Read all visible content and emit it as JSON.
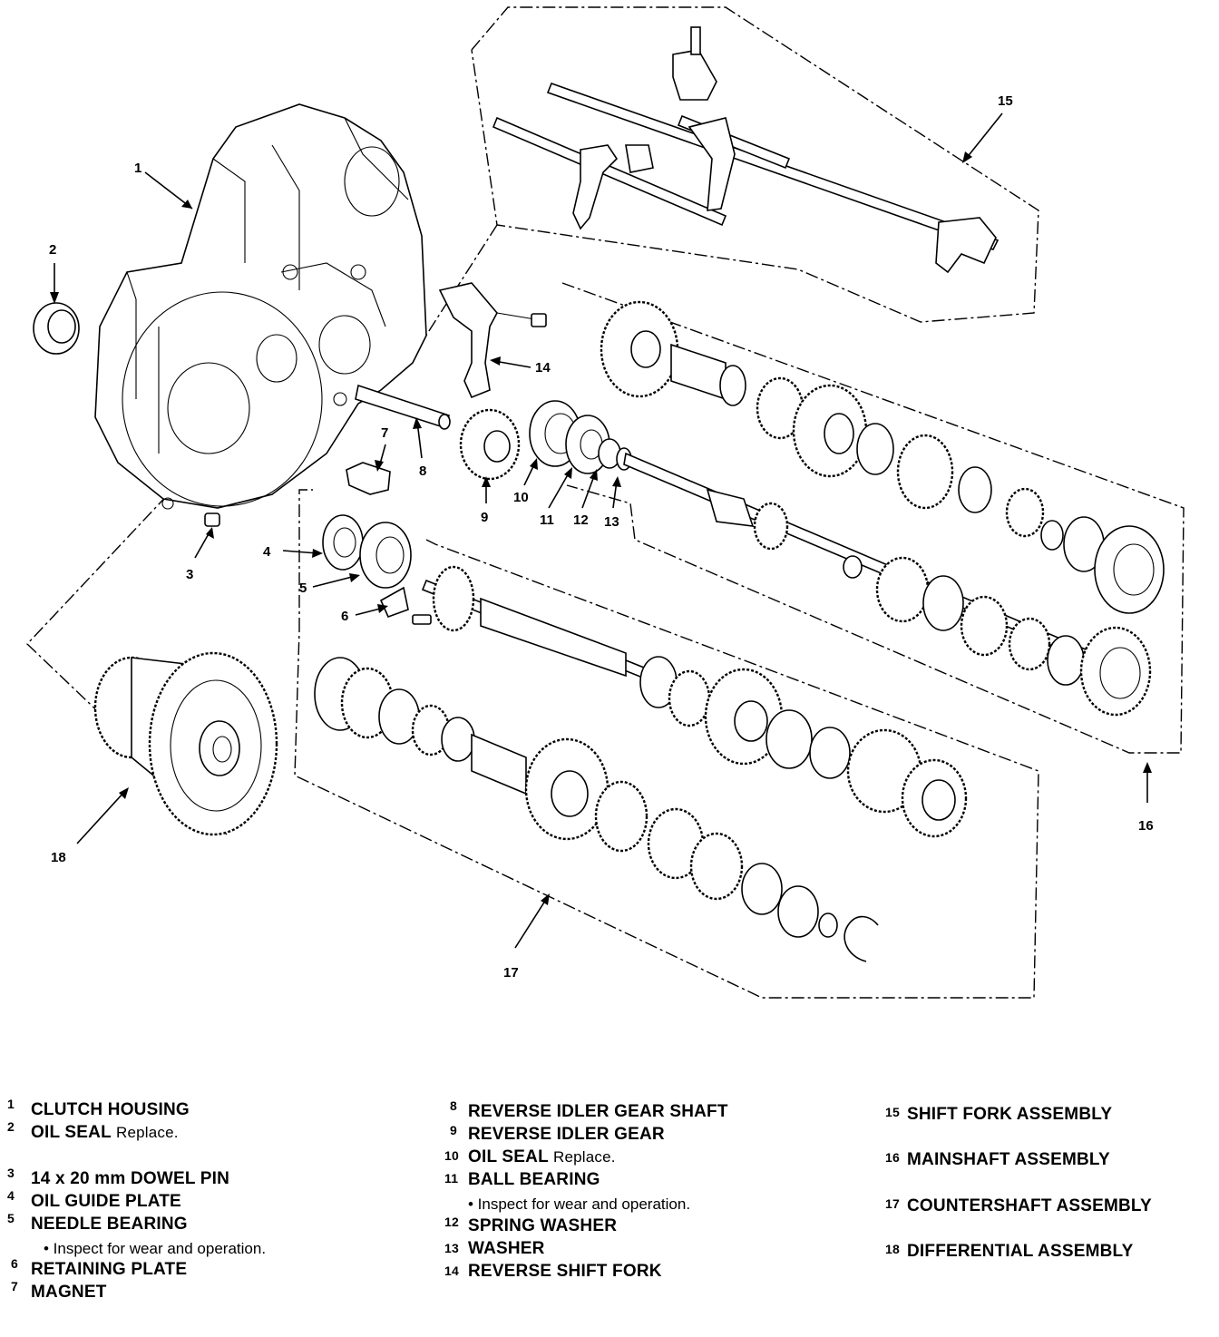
{
  "callouts": [
    "1",
    "2",
    "3",
    "4",
    "5",
    "6",
    "7",
    "8",
    "9",
    "10",
    "11",
    "12",
    "13",
    "14",
    "15",
    "16",
    "17",
    "18"
  ],
  "legend": {
    "col1": [
      {
        "num": "1",
        "name": "CLUTCH HOUSING",
        "note": ""
      },
      {
        "num": "2",
        "name": "OIL SEAL",
        "note": "Replace."
      },
      {
        "num": "3",
        "name": "14 x 20 mm DOWEL PIN",
        "note": ""
      },
      {
        "num": "4",
        "name": "OIL GUIDE PLATE",
        "note": ""
      },
      {
        "num": "5",
        "name": "NEEDLE BEARING",
        "note": ""
      },
      {
        "num": "6",
        "name": "RETAINING PLATE",
        "note": ""
      },
      {
        "num": "7",
        "name": "MAGNET",
        "note": ""
      }
    ],
    "col1_sub": "• Inspect for wear and operation.",
    "col2": [
      {
        "num": "8",
        "name": "REVERSE IDLER GEAR SHAFT",
        "note": ""
      },
      {
        "num": "9",
        "name": "REVERSE IDLER GEAR",
        "note": ""
      },
      {
        "num": "10",
        "name": "OIL SEAL",
        "note": "Replace."
      },
      {
        "num": "11",
        "name": "BALL BEARING",
        "note": ""
      },
      {
        "num": "12",
        "name": "SPRING WASHER",
        "note": ""
      },
      {
        "num": "13",
        "name": "WASHER",
        "note": ""
      },
      {
        "num": "14",
        "name": "REVERSE SHIFT FORK",
        "note": ""
      }
    ],
    "col2_sub": "• Inspect for wear and operation.",
    "col3": [
      {
        "num": "15",
        "name": "SHIFT FORK ASSEMBLY"
      },
      {
        "num": "16",
        "name": "MAINSHAFT ASSEMBLY"
      },
      {
        "num": "17",
        "name": "COUNTERSHAFT ASSEMBLY"
      },
      {
        "num": "18",
        "name": "DIFFERENTIAL ASSEMBLY"
      }
    ]
  }
}
